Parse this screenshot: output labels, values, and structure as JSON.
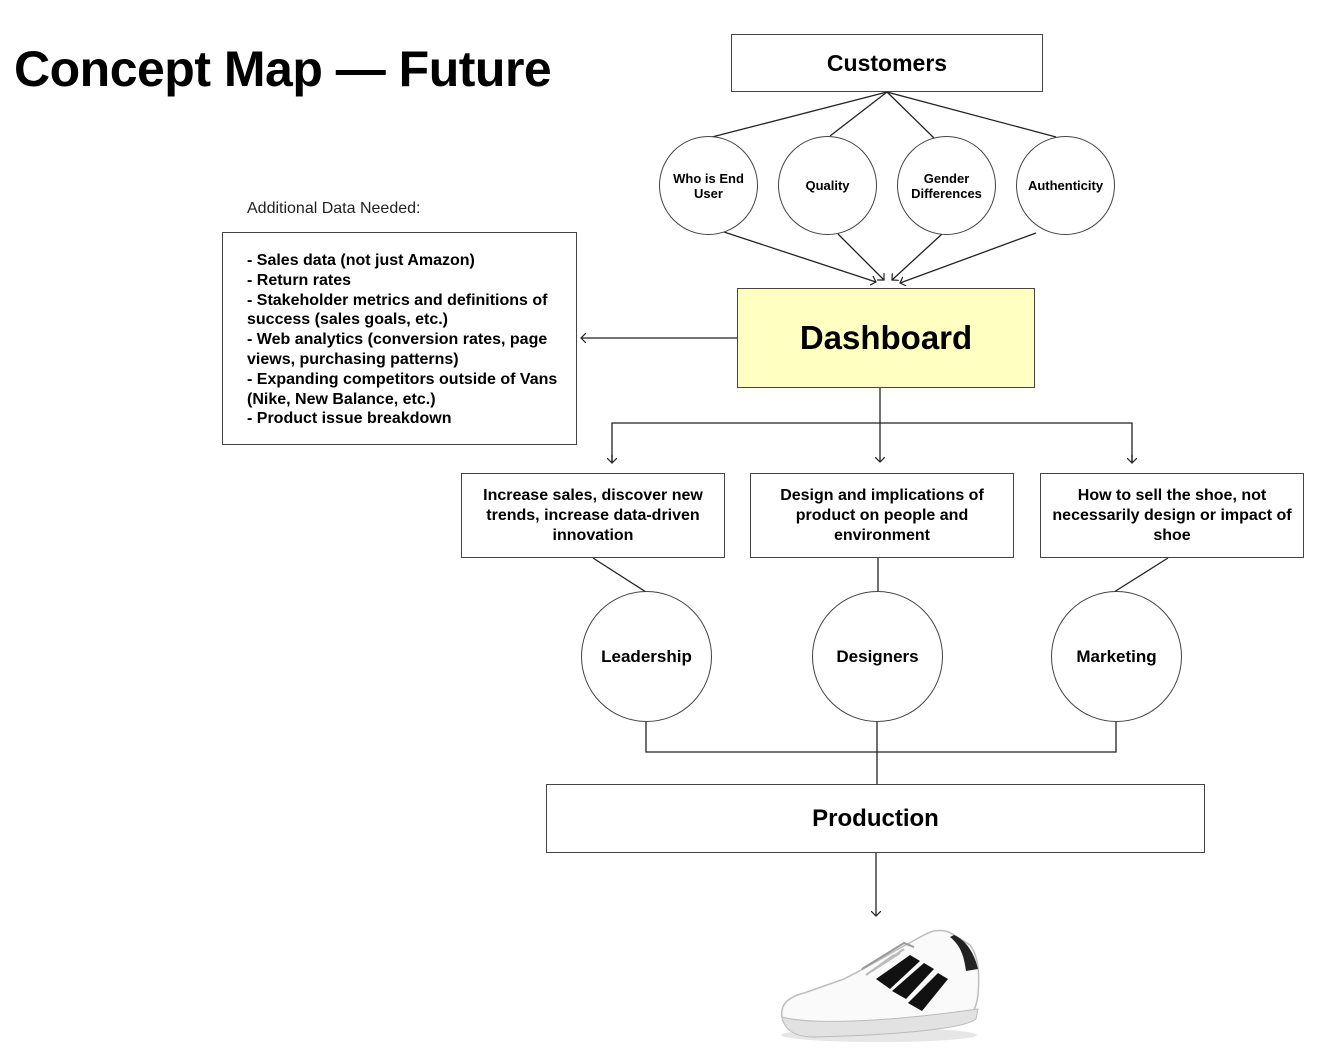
{
  "title": "Concept Map — Future",
  "customers": "Customers",
  "customer_concerns": [
    "Who is End User",
    "Quality",
    "Gender Differences",
    "Authenticity"
  ],
  "dashboard": "Dashboard",
  "additional_data": {
    "label": "Additional Data Needed:",
    "items": [
      "- Sales data (not just Amazon)",
      "- Return rates",
      "- Stakeholder metrics and definitions of success (sales goals, etc.)",
      "- Web analytics (conversion rates, page views, purchasing patterns)",
      "- Expanding competitors outside of Vans (Nike, New Balance, etc.)",
      "- Product issue breakdown"
    ]
  },
  "goals": [
    "Increase sales, discover new trends, increase data-driven innovation",
    "Design and implications of product on people and environment",
    "How to sell the shoe, not necessarily design or impact of shoe"
  ],
  "stakeholders": [
    "Leadership",
    "Designers",
    "Marketing"
  ],
  "production": "Production",
  "colors": {
    "dashboard_fill": "#ffffc2",
    "line": "#222222",
    "border": "#444444"
  },
  "icons": {
    "product_image": "sneaker-icon"
  }
}
